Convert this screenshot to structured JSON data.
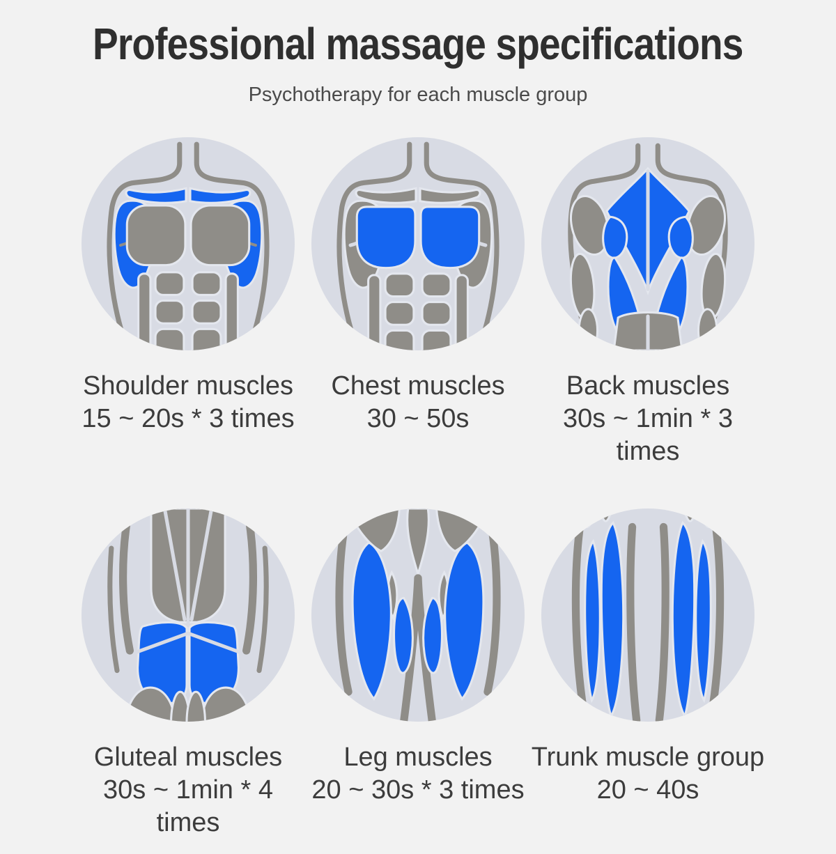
{
  "page": {
    "title": "Professional massage specifications",
    "subtitle": "Psychotherapy for each muscle group"
  },
  "colors": {
    "page_background": "#f2f2f2",
    "circle_background": "#d8dbe4",
    "muscle_gray": "#8f8d88",
    "highlight_blue": "#1565f0",
    "shape_outline": "#e4e7ee",
    "title_text": "#2f2f2f",
    "subtitle_text": "#4a4a4a",
    "body_text": "#3c3c3c"
  },
  "cards": [
    {
      "figure": "shoulder-muscles-figure",
      "name": "Shoulder muscles",
      "spec_lines": [
        "15 ~ 20s * 3 times"
      ]
    },
    {
      "figure": "chest-muscles-figure",
      "name": "Chest muscles",
      "spec_lines": [
        "30 ~ 50s"
      ]
    },
    {
      "figure": "back-muscles-figure",
      "name": "Back muscles",
      "spec_lines": [
        "30s ~ 1min * 3",
        "times"
      ]
    },
    {
      "figure": "gluteal-muscles-figure",
      "name": "Gluteal muscles",
      "spec_lines": [
        "30s ~ 1min * 4",
        "times"
      ]
    },
    {
      "figure": "leg-muscles-figure",
      "name": "Leg muscles",
      "spec_lines": [
        "20 ~ 30s * 3 times"
      ]
    },
    {
      "figure": "trunk-muscles-figure",
      "name": "Trunk muscle group",
      "spec_lines": [
        "20 ~ 40s"
      ]
    }
  ]
}
